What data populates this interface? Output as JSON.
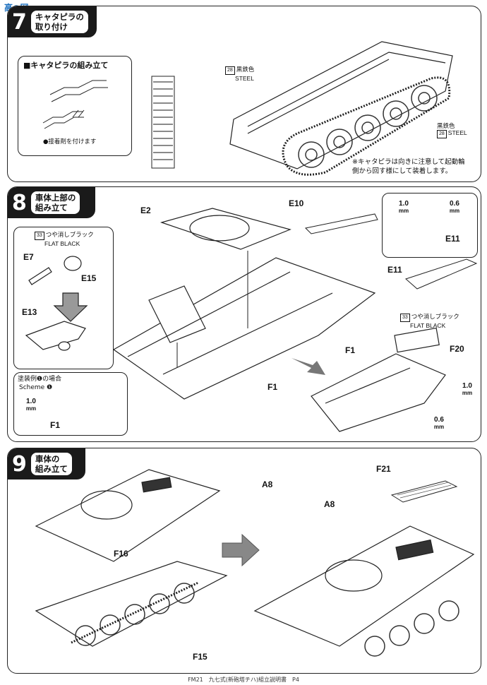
{
  "watermark": "高●网",
  "step7": {
    "number": "7",
    "title_line1": "キャタピラの",
    "title_line2": "取り付け",
    "sub_heading": "■キャタピラの組み立て",
    "glue_note": "●接着剤を付けます",
    "paint_top": {
      "code": "28",
      "jp": "黒鉄色",
      "en": "STEEL"
    },
    "paint_bottom": {
      "code": "28",
      "jp": "黒鉄色",
      "en": "STEEL"
    },
    "note_line1": "※キャタピラは向きに注意して起動輪",
    "note_line2": "側から回す様にして装着します。"
  },
  "step8": {
    "number": "8",
    "title_line1": "車体上部の",
    "title_line2": "組み立て",
    "paint1": {
      "code": "33",
      "jp": "つや消しブラック",
      "en": "FLAT BLACK"
    },
    "paint2": {
      "code": "33",
      "jp": "つや消しブラック",
      "en": "FLAT BLACK"
    },
    "scheme_jp": "塗装例❶の場合",
    "scheme_en": "Scheme ❶",
    "labels": {
      "E2": "E2",
      "E10": "E10",
      "E11a": "E11",
      "E11b": "E11",
      "E7": "E7",
      "E15": "E15",
      "E13": "E13",
      "F1a": "F1",
      "F1b": "F1",
      "F1c": "F1",
      "F20": "F20"
    },
    "thickness": [
      {
        "value": "1.0",
        "unit": "mm"
      },
      {
        "value": "0.6",
        "unit": "mm"
      },
      {
        "value": "1.0",
        "unit": "mm"
      },
      {
        "value": "1.0",
        "unit": "mm"
      },
      {
        "value": "0.6",
        "unit": "mm"
      }
    ]
  },
  "step9": {
    "number": "9",
    "title_line1": "車体の",
    "title_line2": "組み立て",
    "labels": {
      "F16": "F16",
      "F15": "F15",
      "A8a": "A8",
      "A8b": "A8",
      "F21": "F21"
    }
  },
  "footer": "FM21　九七式(新砲塔チハ)組立説明書　P4"
}
